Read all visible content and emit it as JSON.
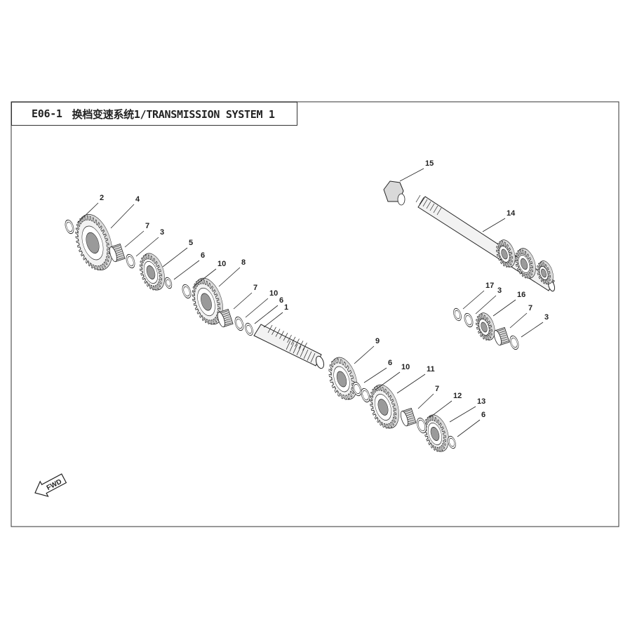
{
  "diagram": {
    "code": "E06-1",
    "title": "换档变速系统1/TRANSMISSION SYSTEM 1",
    "fwd_label": "FWD",
    "callouts": [
      {
        "id": "c2",
        "text": "2"
      },
      {
        "id": "c4",
        "text": "4"
      },
      {
        "id": "c7a",
        "text": "7"
      },
      {
        "id": "c3a",
        "text": "3"
      },
      {
        "id": "c5",
        "text": "5"
      },
      {
        "id": "c6a",
        "text": "6"
      },
      {
        "id": "c10a",
        "text": "10"
      },
      {
        "id": "c8",
        "text": "8"
      },
      {
        "id": "c7b",
        "text": "7"
      },
      {
        "id": "c10b",
        "text": "10"
      },
      {
        "id": "c6b",
        "text": "6"
      },
      {
        "id": "c1",
        "text": "1"
      },
      {
        "id": "c9",
        "text": "9"
      },
      {
        "id": "c6c",
        "text": "6"
      },
      {
        "id": "c10c",
        "text": "10"
      },
      {
        "id": "c11",
        "text": "11"
      },
      {
        "id": "c7c",
        "text": "7"
      },
      {
        "id": "c12",
        "text": "12"
      },
      {
        "id": "c13",
        "text": "13"
      },
      {
        "id": "c6d",
        "text": "6"
      },
      {
        "id": "c15",
        "text": "15"
      },
      {
        "id": "c14",
        "text": "14"
      },
      {
        "id": "c17",
        "text": "17"
      },
      {
        "id": "c3b",
        "text": "3"
      },
      {
        "id": "c16",
        "text": "16"
      },
      {
        "id": "c7d",
        "text": "7"
      },
      {
        "id": "c3c",
        "text": "3"
      }
    ]
  },
  "colors": {
    "line": "#222222",
    "frame": "#333333",
    "fill_light": "#f2f2f2",
    "fill_mid": "#d9d9d9",
    "fill_dark": "#9a9a9a"
  }
}
